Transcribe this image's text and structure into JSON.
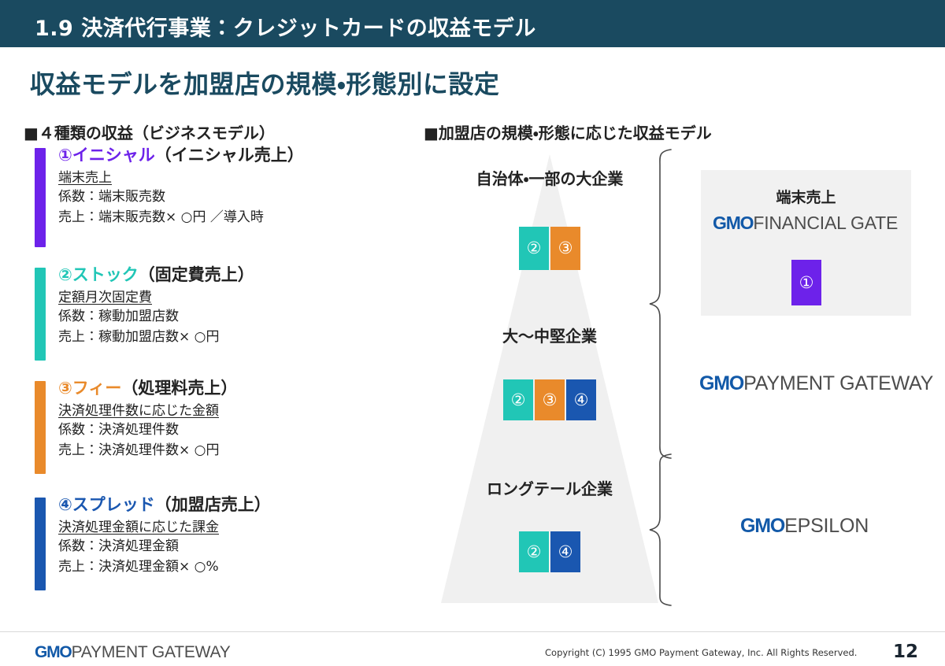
{
  "header": {
    "title": "1.9  決済代行事業：クレジットカードの収益モデル",
    "bg_color": "#1a4a60"
  },
  "subtitle": "収益モデルを加盟店の規模・形態別に設定",
  "sections": {
    "left_heading": "■４種類の収益（ビジネスモデル）",
    "right_heading": "■加盟店の規模・形態に応じた収益モデル"
  },
  "revenue_items": [
    {
      "number": "①",
      "name": "イニシャル",
      "paren": "（イニシャル売上）",
      "subtitle": "端末売上",
      "coefficient": "係数：端末販売数",
      "sales": "売上：端末販売数× ○円 ／導入時",
      "color": "#6d22ea"
    },
    {
      "number": "②",
      "name": "ストック",
      "paren": "（固定費売上）",
      "subtitle": "定額月次固定費",
      "coefficient": "係数：稼動加盟店数",
      "sales": "売上：稼動加盟店数× ○円",
      "color": "#21c6b6"
    },
    {
      "number": "③",
      "name": "フィー",
      "paren": "（処理料売上）",
      "subtitle": "決済処理件数に応じた金額",
      "coefficient": "係数：決済処理件数",
      "sales": "売上：決済処理件数× ○円",
      "color": "#e98a2b"
    },
    {
      "number": "④",
      "name": "スプレッド",
      "paren": "（加盟店売上）",
      "subtitle": "決済処理金額に応じた課金",
      "coefficient": "係数：決済処理金額",
      "sales": "売上：決済処理金額× ○%",
      "color": "#1a57b0"
    }
  ],
  "pyramid": {
    "fill_color": "#f0f0f0",
    "tiers": [
      {
        "label": "自治体・一部の大企業",
        "cards": [
          "②",
          "③"
        ]
      },
      {
        "label": "大〜中堅企業",
        "cards": [
          "②",
          "③",
          "④"
        ]
      },
      {
        "label": "ロングテール企業",
        "cards": [
          "②",
          "④"
        ]
      }
    ]
  },
  "panel": {
    "title": "端末売上",
    "card": "①",
    "card_color": "#6d22ea",
    "bg_color": "#f1f1f1"
  },
  "logos": {
    "financial_gate": {
      "bold": "GMO",
      "rest": "FINANCIAL GATE"
    },
    "payment_gateway": {
      "bold": "GMO",
      "rest": "PAYMENT GATEWAY"
    },
    "epsilon": {
      "bold": "GMO",
      "rest": "EPSILON"
    },
    "footer": {
      "bold": "GMO",
      "rest": "PAYMENT GATEWAY"
    }
  },
  "footer": {
    "copyright": "Copyright (C) 1995 GMO Payment Gateway, Inc. All Rights Reserved.",
    "page_number": "12"
  }
}
